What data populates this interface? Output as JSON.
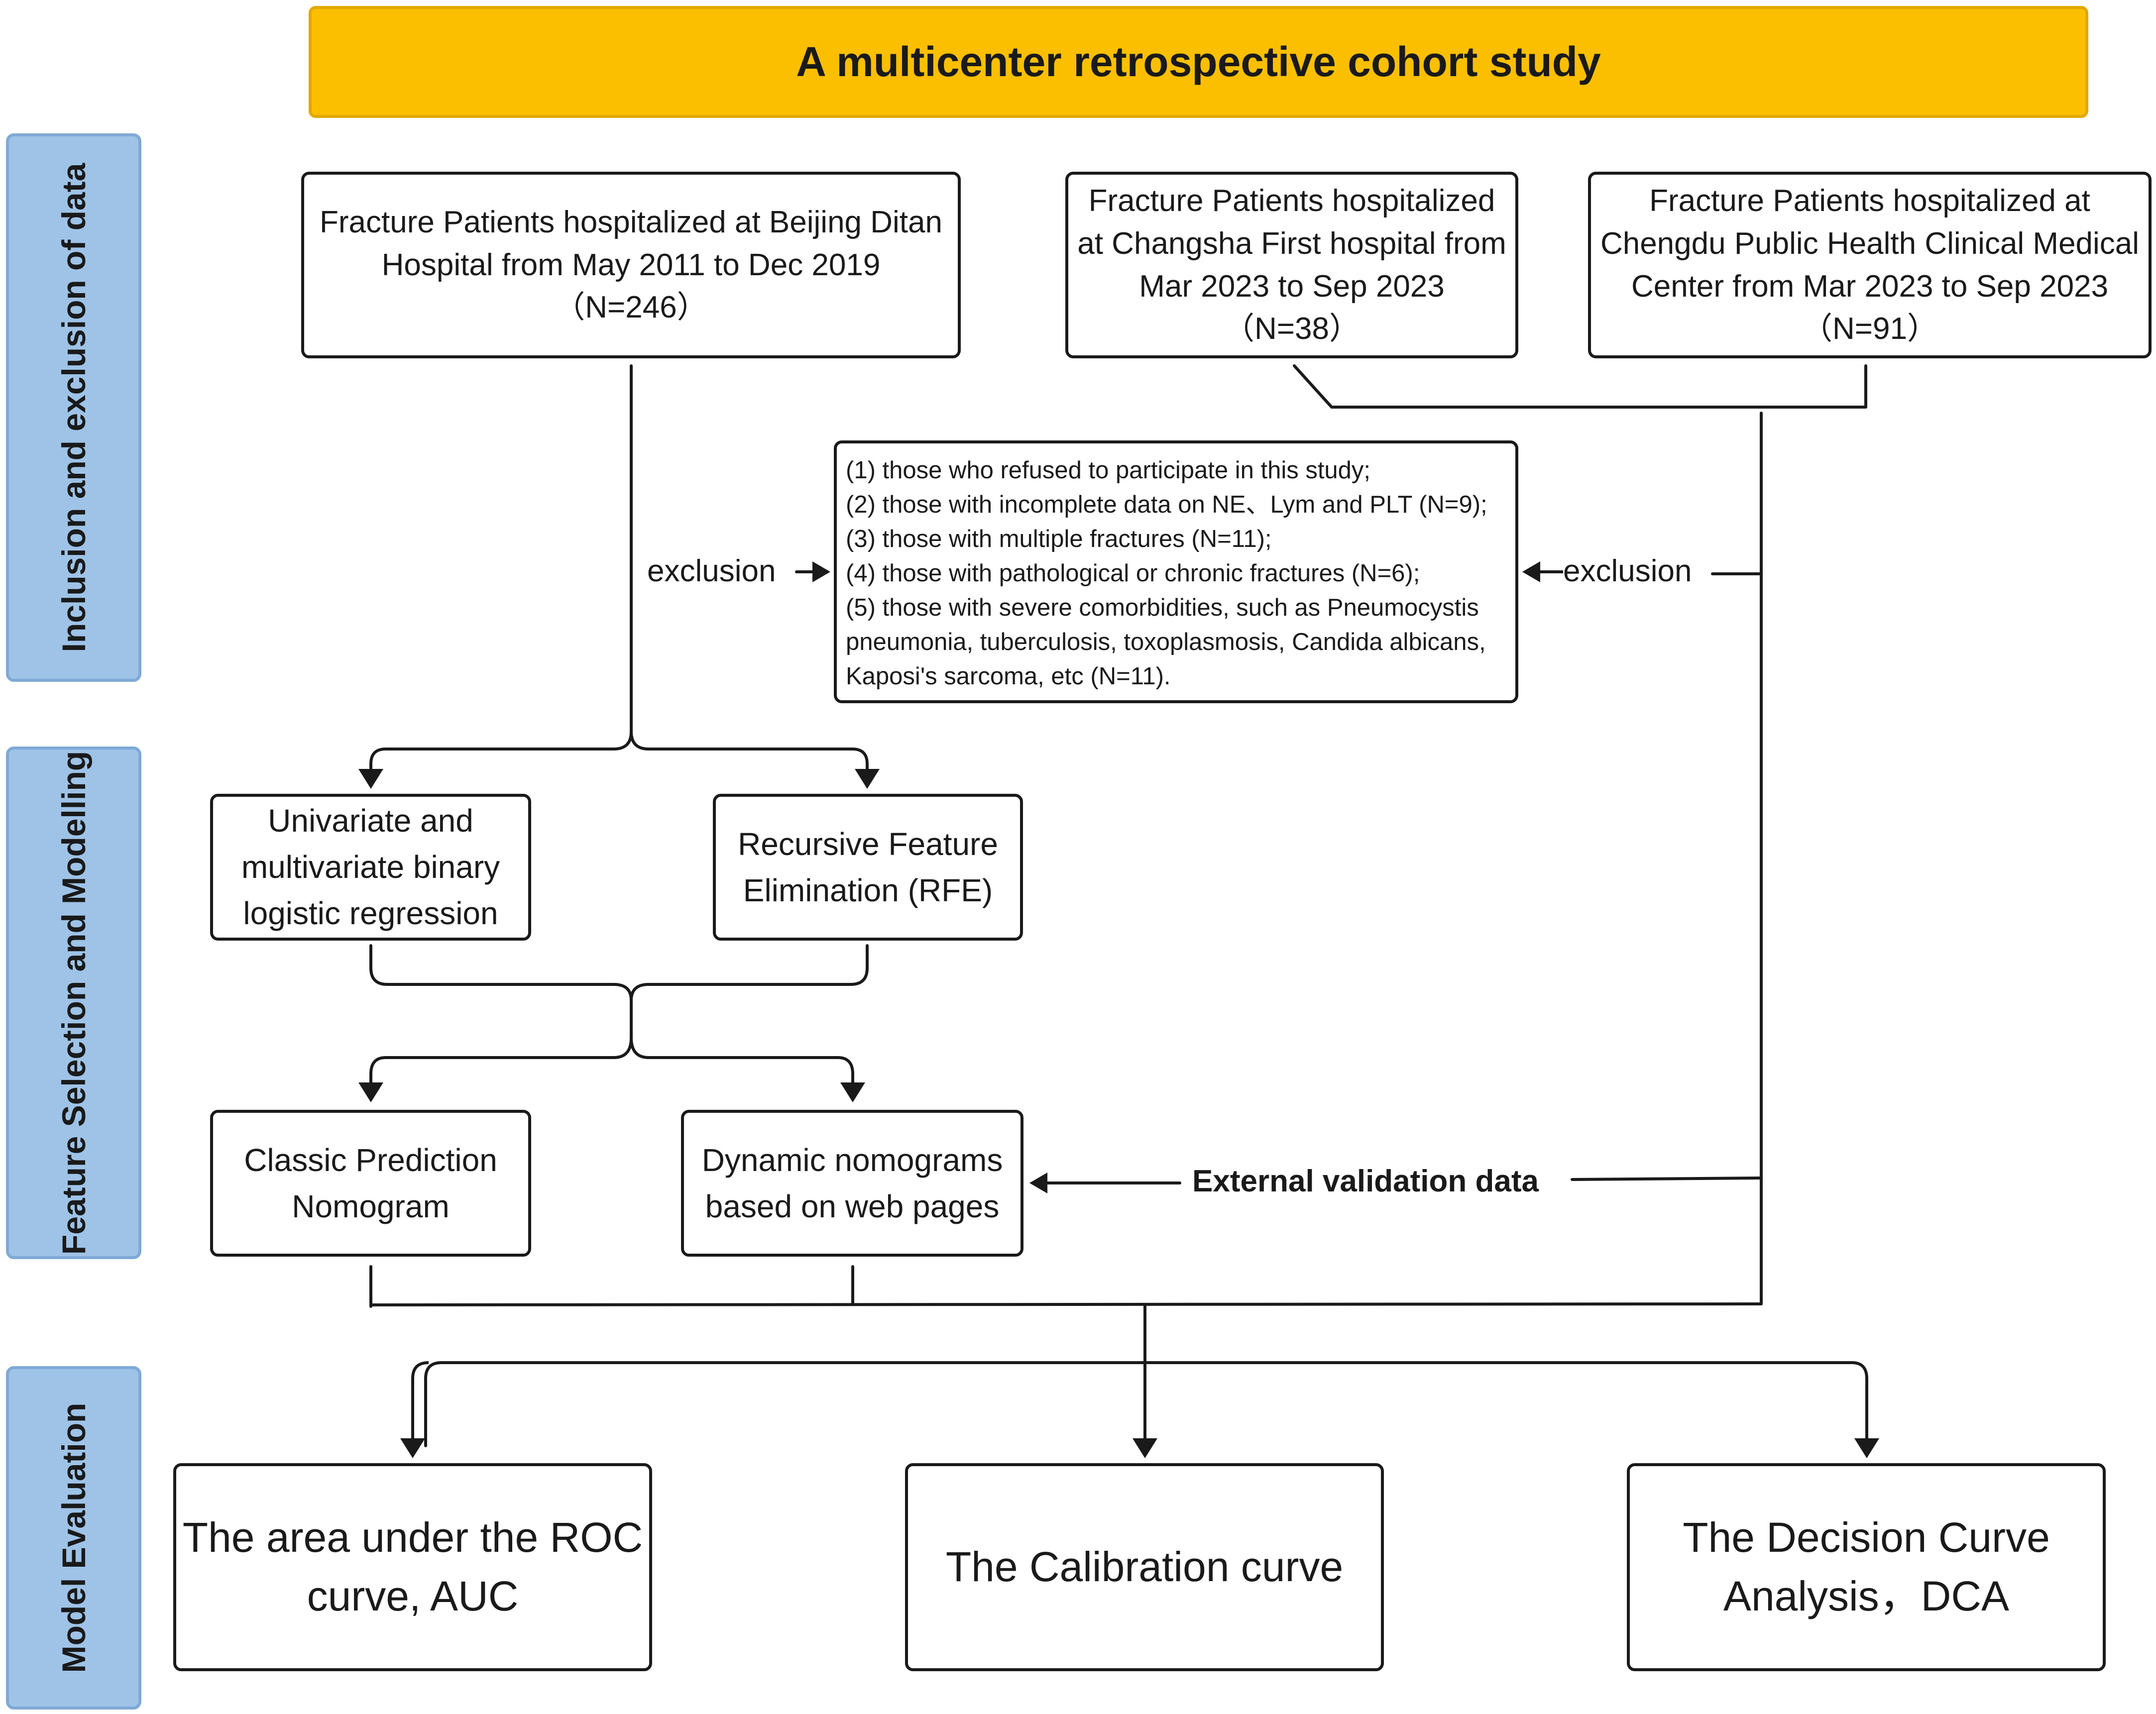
{
  "title": "A multicenter retrospective cohort study",
  "sections": [
    {
      "label": "Inclusion and exclusion of data"
    },
    {
      "label": "Feature Selection and Modelling"
    },
    {
      "label": "Model Evaluation"
    }
  ],
  "sources": [
    {
      "lines": [
        "Fracture Patients hospitalized at Beijing Ditan",
        "Hospital  from May 2011 to Dec 2019",
        "（N=246）"
      ]
    },
    {
      "lines": [
        "Fracture Patients hospitalized",
        "at Changsha First hospital from",
        "Mar 2023 to Sep 2023",
        "（N=38）"
      ]
    },
    {
      "lines": [
        "Fracture Patients hospitalized at",
        "Chengdu Public Health Clinical Medical",
        "Center from Mar 2023 to Sep 2023",
        "（N=91）"
      ]
    }
  ],
  "exclusion": {
    "label_left": "exclusion",
    "label_right": "exclusion",
    "criteria": [
      "(1) those who refused to participate in this study;",
      "(2) those with incomplete data on NE、Lym and PLT (N=9);",
      "(3) those with multiple fractures (N=11);",
      "(4) those with pathological or chronic fractures (N=6);",
      "(5) those with severe comorbidities, such as Pneumocystis",
      "pneumonia, tuberculosis, toxoplasmosis, Candida albicans,",
      "Kaposi's sarcoma, etc (N=11)."
    ]
  },
  "feature_selection": [
    {
      "lines": [
        "Univariate and",
        "multivariate binary",
        "logistic regression"
      ]
    },
    {
      "lines": [
        "Recursive Feature",
        "Elimination (RFE)"
      ]
    }
  ],
  "models": [
    {
      "lines": [
        "Classic Prediction",
        "Nomogram"
      ]
    },
    {
      "lines": [
        "Dynamic nomograms",
        "based on web pages"
      ]
    }
  ],
  "external_validation_label": "External validation data",
  "evaluation": [
    {
      "lines": [
        "The area under the ROC",
        "curve, AUC"
      ]
    },
    {
      "lines": [
        "The Calibration curve"
      ]
    },
    {
      "lines": [
        "The Decision Curve",
        "Analysis，DCA"
      ]
    }
  ],
  "colors": {
    "title_fill": "#fbbf00",
    "section_fill": "#9ec3e7",
    "line": "#1a1a1a"
  }
}
